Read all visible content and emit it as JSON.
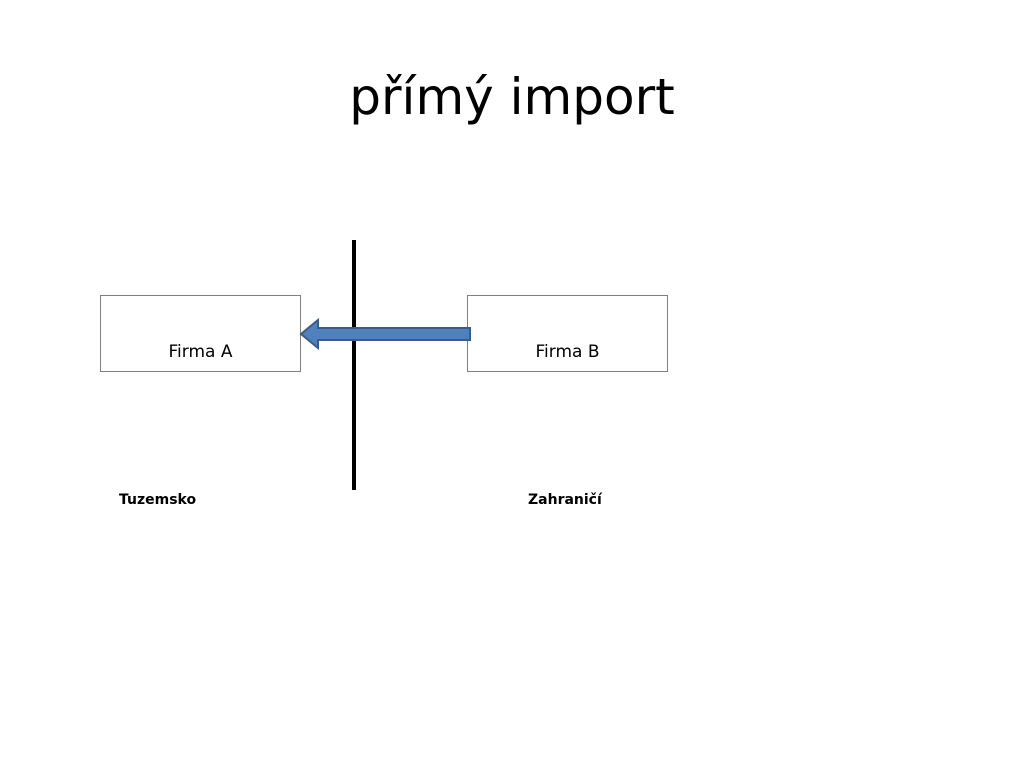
{
  "slide": {
    "title": "přímý import",
    "firm_a": {
      "label": "Firma A"
    },
    "firm_b": {
      "label": "Firma B"
    },
    "regions": {
      "home": "Tuzemsko",
      "abroad": "Zahraničí"
    },
    "arrow": {
      "from": "Firma B",
      "to": "Firma A",
      "fill_color": "#4f81bd",
      "stroke_color": "#385d8a"
    },
    "divider_color": "#000000"
  }
}
